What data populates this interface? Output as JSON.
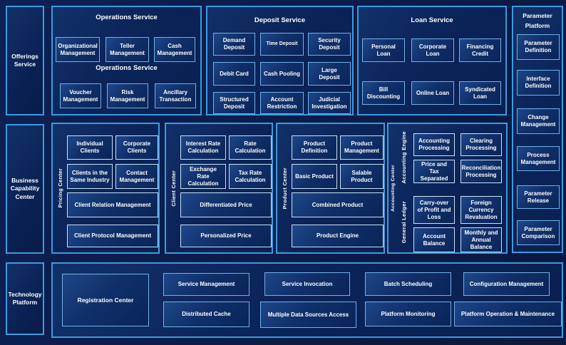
{
  "colors": {
    "background": "#0a1c49",
    "panel_border": "#3e9adf",
    "box_border_light": "#c9e2f6",
    "box_border": "#6fb2e8",
    "text": "#ffffff"
  },
  "left_rail": {
    "offerings": "Offerings Service",
    "business": "Business Capability Center",
    "technology": "Technology Platform"
  },
  "operations": {
    "title": "Operations Service",
    "subtitle": "Operations Service",
    "row1": [
      "Organizational Management",
      "Teller Management",
      "Cash Management"
    ],
    "row2": [
      "Voucher Management",
      "Risk Management",
      "Ancillary Transaction"
    ]
  },
  "deposit": {
    "title": "Deposit Service",
    "boxes": [
      "Demand Deposit",
      "Time Deposit",
      "Security Deposit",
      "Debit Card",
      "Cash Pooling",
      "Large Deposit",
      "Structured Deposit",
      "Account Restriction",
      "Judicial Investigation"
    ]
  },
  "loan": {
    "title": "Loan Service",
    "boxes": [
      "Personal Loan",
      "Corporate Loan",
      "Financing Credit",
      "Bill Discounting",
      "Online Loan",
      "Syndicated Loan"
    ]
  },
  "parameter_platform": {
    "title": "Parameter Platform",
    "boxes": [
      "Parameter Definition",
      "Interface Definition",
      "Change Management",
      "Process Management",
      "Parameter Release",
      "Parameter Comparison"
    ]
  },
  "pricing_center": {
    "label": "Pricing Center",
    "small": [
      "Individual Clients",
      "Corporate Clients",
      "Clients in the Same Industry",
      "Contact Management"
    ],
    "wide": [
      "Client Relation Management",
      "Client Protocol Management"
    ]
  },
  "client_center": {
    "label": "Client Center",
    "small": [
      "Interest Rate Calculation",
      "Rate Calculation",
      "Exchange Rate Calculation",
      "Tax Rate Calculation"
    ],
    "wide": [
      "Differentiated Price",
      "Personalized Price"
    ]
  },
  "product_center": {
    "label": "Product Center",
    "small": [
      "Product Definition",
      "Product Management",
      "Basic Product",
      "Salable Product"
    ],
    "wide": [
      "Combined Product",
      "Product Engine"
    ]
  },
  "accounting_center": {
    "label": "Accounting Center",
    "engine_label": "Accounting Engine",
    "ledger_label": "General Ledger",
    "engine_boxes": [
      "Accounting Processing",
      "Clearing Processing",
      "Price and Tax Separated",
      "Reconciliation Processing"
    ],
    "ledger_boxes": [
      "Carry-over of Profit and Loss",
      "Foreign Currency Revaluation",
      "Account Balance",
      "Monthly and Annual Balance"
    ]
  },
  "technology": {
    "registration": "Registration Center",
    "grid": [
      "Service Management",
      "Distributed Cache",
      "Service Invocation",
      "Multiple Data Sources Access",
      "Batch Scheduling",
      "Platform Monitoring",
      "Configuration Management",
      "Platform Operation & Maintenance"
    ]
  }
}
